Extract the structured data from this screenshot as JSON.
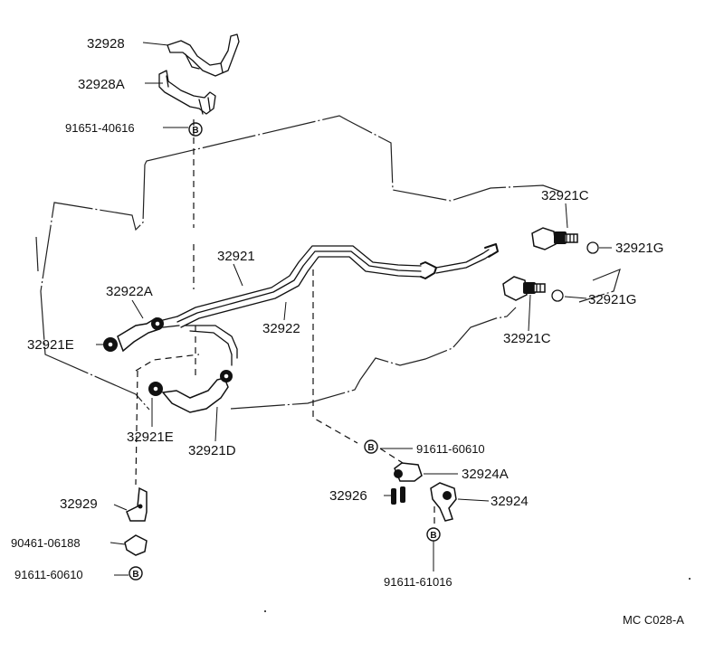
{
  "diagram": {
    "code": "MC C028-A",
    "bolt_mark": "B",
    "parts": [
      {
        "id": "p32928",
        "label": "32928"
      },
      {
        "id": "p32928A",
        "label": "32928A"
      },
      {
        "id": "p91651",
        "label": "91651-40616"
      },
      {
        "id": "p32921C1",
        "label": "32921C"
      },
      {
        "id": "p32921G1",
        "label": "32921G"
      },
      {
        "id": "p32921",
        "label": "32921"
      },
      {
        "id": "p32922A",
        "label": "32922A"
      },
      {
        "id": "p32922",
        "label": "32922"
      },
      {
        "id": "p32921G2",
        "label": "32921G"
      },
      {
        "id": "p32921E1",
        "label": "32921E"
      },
      {
        "id": "p32921C2",
        "label": "32921C"
      },
      {
        "id": "p32921E2",
        "label": "32921E"
      },
      {
        "id": "p32921D",
        "label": "32921D"
      },
      {
        "id": "p91611a",
        "label": "91611-60610"
      },
      {
        "id": "p32924A",
        "label": "32924A"
      },
      {
        "id": "p32926",
        "label": "32926"
      },
      {
        "id": "p32924",
        "label": "32924"
      },
      {
        "id": "p32929",
        "label": "32929"
      },
      {
        "id": "p90461",
        "label": "90461-06188"
      },
      {
        "id": "p91611b",
        "label": "91611-60610"
      },
      {
        "id": "p91611c",
        "label": "91611-61016"
      }
    ]
  }
}
